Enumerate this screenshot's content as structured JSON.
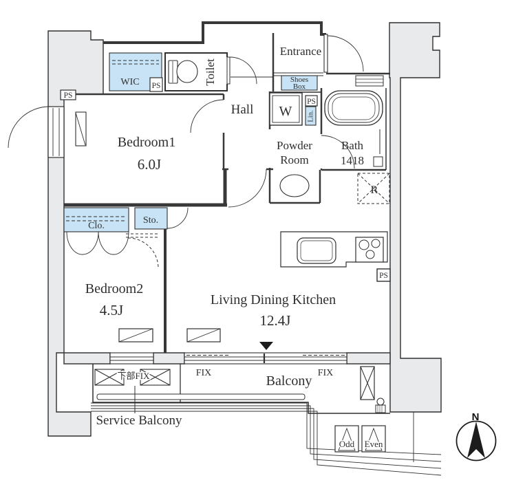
{
  "colors": {
    "line": "#2f2f2f",
    "wall_fill": "#e8eaeb",
    "closet_fill": "#c8e3f5",
    "accent_black": "#1c1c1c",
    "paper": "#ffffff"
  },
  "labels": {
    "entrance": "Entrance",
    "shoes_box_line1": "Shoes",
    "shoes_box_line2": "Box",
    "toilet": "Toilet",
    "hall": "Hall",
    "wic": "WIC",
    "ps": "PS",
    "washer": "W",
    "linen": "Lin.",
    "powder_line1": "Powder",
    "powder_line2": "Room",
    "bath_line1": "Bath",
    "bath_line2": "1418",
    "refrigerator": "R",
    "bedroom1": "Bedroom1",
    "bedroom1_size": "6.0J",
    "closet": "Clo.",
    "storage": "Sto.",
    "bedroom2": "Bedroom2",
    "bedroom2_size": "4.5J",
    "ldk": "Living Dining Kitchen",
    "ldk_size": "12.4J",
    "fix": "FIX",
    "lower_fix": "下部FIX",
    "balcony": "Balcony",
    "service_balcony": "Service Balcony",
    "odd": "Odd",
    "even": "Even",
    "north": "N"
  }
}
